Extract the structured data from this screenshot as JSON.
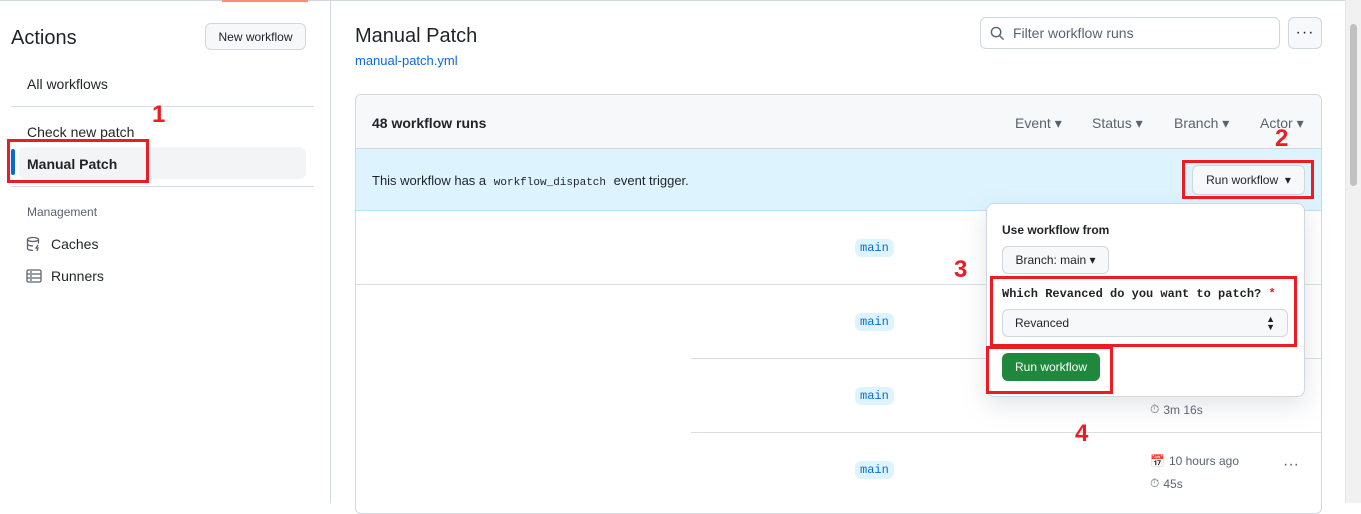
{
  "sidebar": {
    "title": "Actions",
    "new_workflow": "New workflow",
    "all_workflows": "All workflows",
    "workflows": [
      "Check new patch",
      "Manual Patch"
    ],
    "management_heading": "Management",
    "management": [
      {
        "label": "Caches",
        "icon": "database-icon"
      },
      {
        "label": "Runners",
        "icon": "server-icon"
      }
    ]
  },
  "header": {
    "title": "Manual Patch",
    "file": "manual-patch.yml",
    "filter_placeholder": "Filter workflow runs"
  },
  "runs": {
    "count": "48 workflow runs",
    "filters": [
      "Event",
      "Status",
      "Branch",
      "Actor"
    ],
    "banner_prefix": "This workflow has a",
    "banner_code": "workflow_dispatch",
    "banner_suffix": "event trigger.",
    "run_workflow": "Run workflow",
    "rows": [
      {
        "branch": "main"
      },
      {
        "branch": "main"
      },
      {
        "branch": "main",
        "duration": "3m 16s"
      },
      {
        "branch": "main",
        "time": "10 hours ago",
        "duration": "45s"
      }
    ]
  },
  "dropdown": {
    "use_from": "Use workflow from",
    "branch": "Branch: main",
    "question": "Which Revanced do you want to patch?",
    "required": "*",
    "select_value": "Revanced",
    "submit": "Run workflow"
  },
  "annotations": [
    "1",
    "2",
    "3",
    "4"
  ],
  "colors": {
    "accent": "#0969da",
    "green": "#1f883d",
    "banner": "#ddf4ff",
    "annotation": "#ed1c24"
  }
}
